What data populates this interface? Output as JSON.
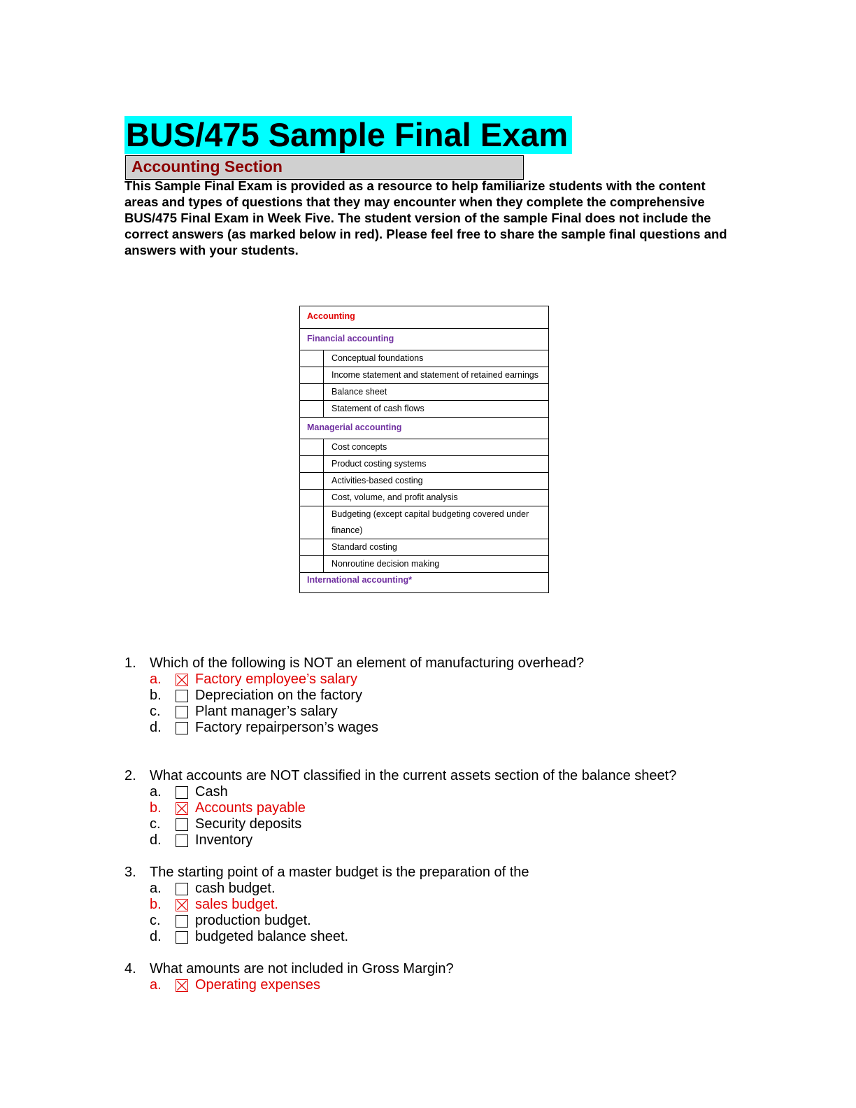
{
  "title": "BUS/475 Sample Final Exam",
  "section": "Accounting Section",
  "intro": "This Sample Final Exam is provided as a resource to help familiarize students with the content areas and types of questions that they may encounter when they complete the comprehensive BUS/475 Final Exam in Week Five. The student version of the sample Final does not include the correct answers (as marked below in red). Please feel free to share the sample final questions and answers with your students.",
  "outline": {
    "topic": "Accounting",
    "categories": [
      {
        "name": "Financial accounting",
        "items": [
          "Conceptual foundations",
          "Income statement and statement of retained earnings",
          "Balance sheet",
          "Statement of cash flows"
        ]
      },
      {
        "name": "Managerial accounting",
        "items": [
          "Cost concepts",
          "Product costing systems",
          "Activities-based costing",
          "Cost, volume, and profit analysis",
          "Budgeting (except capital budgeting covered under finance)",
          "Standard costing",
          "Nonroutine decision making"
        ]
      },
      {
        "name": "International accounting*",
        "items": []
      }
    ]
  },
  "questions": [
    {
      "number": "1.",
      "text": "Which of the following is NOT an element of manufacturing overhead?",
      "options": [
        {
          "letter": "a.",
          "text": "Factory employee’s salary",
          "correct": true
        },
        {
          "letter": "b.",
          "text": "Depreciation on the factory",
          "correct": false
        },
        {
          "letter": "c.",
          "text": "Plant manager’s salary",
          "correct": false
        },
        {
          "letter": "d.",
          "text": "Factory repairperson’s wages",
          "correct": false
        }
      ]
    },
    {
      "number": "2.",
      "text": "What accounts are NOT classified in the current assets section of the balance sheet?",
      "options": [
        {
          "letter": "a.",
          "text": "Cash",
          "correct": false
        },
        {
          "letter": "b.",
          "text": "Accounts payable",
          "correct": true
        },
        {
          "letter": "c.",
          "text": "Security deposits",
          "correct": false
        },
        {
          "letter": "d.",
          "text": "Inventory",
          "correct": false
        }
      ]
    },
    {
      "number": "3.",
      "text": "The starting point of a master budget is the preparation of the",
      "options": [
        {
          "letter": "a.",
          "text": "cash budget.",
          "correct": false
        },
        {
          "letter": "b.",
          "text": "sales budget.",
          "correct": true
        },
        {
          "letter": "c.",
          "text": "production budget.",
          "correct": false
        },
        {
          "letter": "d.",
          "text": "budgeted balance sheet.",
          "correct": false
        }
      ]
    },
    {
      "number": "4.",
      "text": "What amounts are not included in Gross Margin?",
      "options": [
        {
          "letter": "a.",
          "text": "Operating expenses",
          "correct": true
        }
      ]
    }
  ]
}
